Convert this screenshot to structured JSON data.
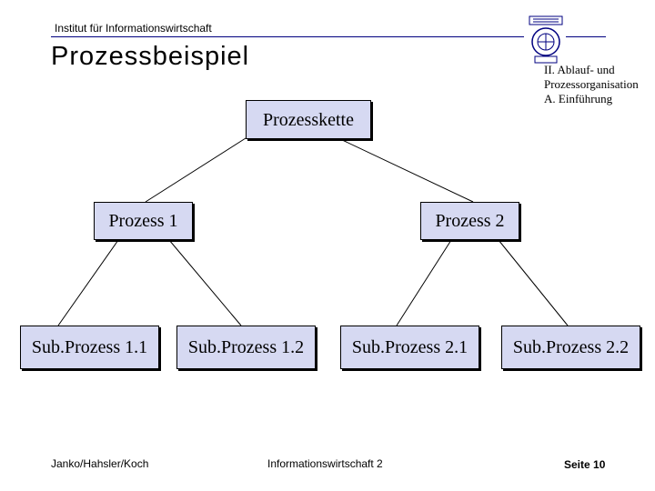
{
  "header": {
    "institute": "Institut für Informationswirtschaft",
    "title": "Prozessbeispiel",
    "section_lines": [
      "II. Ablauf- und",
      "Prozessorganisation",
      "A. Einführung"
    ]
  },
  "diagram": {
    "root": "Prozesskette",
    "level1": [
      "Prozess 1",
      "Prozess 2"
    ],
    "level2": [
      "Sub.Prozess 1.1",
      "Sub.Prozess 1.2",
      "Sub.Prozess 2.1",
      "Sub.Prozess 2.2"
    ]
  },
  "footer": {
    "authors": "Janko/Hahsler/Koch",
    "course": "Informationswirtschaft 2",
    "page": "Seite 10"
  },
  "colors": {
    "box_fill": "#d6d9f2",
    "rule": "#000080"
  },
  "icons": {
    "logo": "university-seal-icon"
  }
}
